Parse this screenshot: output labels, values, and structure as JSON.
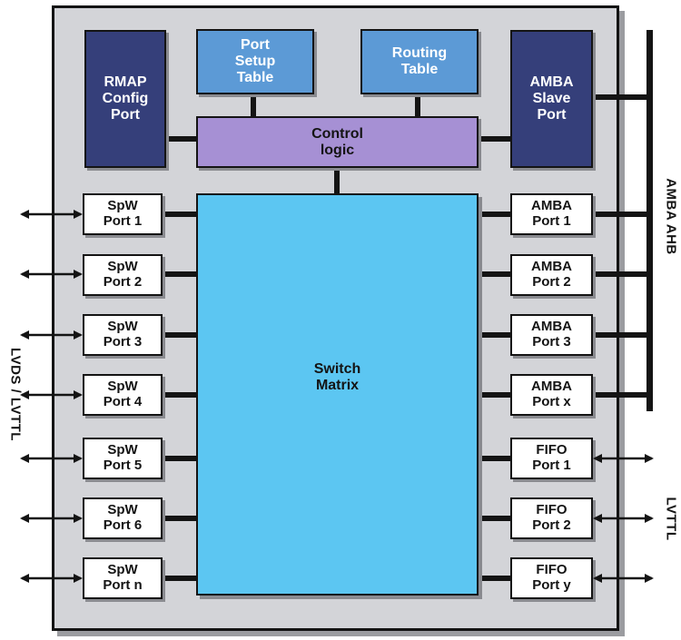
{
  "blocks": {
    "rmap": "RMAP\nConfig\nPort",
    "port_setup": "Port\nSetup\nTable",
    "routing": "Routing\nTable",
    "amba_slave": "AMBA\nSlave\nPort",
    "control": "Control\nlogic",
    "matrix": "Switch\nMatrix"
  },
  "spw_ports": [
    "SpW\nPort 1",
    "SpW\nPort 2",
    "SpW\nPort 3",
    "SpW\nPort 4",
    "SpW\nPort 5",
    "SpW\nPort 6",
    "SpW\nPort n"
  ],
  "amba_ports": [
    "AMBA\nPort 1",
    "AMBA\nPort 2",
    "AMBA\nPort 3",
    "AMBA\nPort x"
  ],
  "fifo_ports": [
    "FIFO\nPort 1",
    "FIFO\nPort 2",
    "FIFO\nPort y"
  ],
  "labels": {
    "lvds": "LVDS / LVTTL",
    "amba_ahb": "AMBA AHB",
    "lvttl": "LVTTL"
  }
}
